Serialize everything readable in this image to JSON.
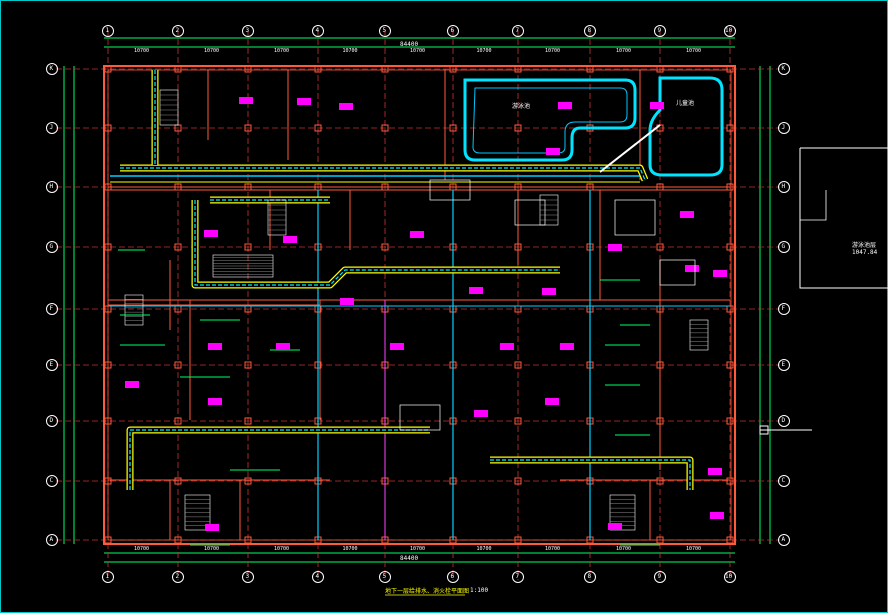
{
  "columns": [
    "1",
    "2",
    "3",
    "4",
    "5",
    "6",
    "7",
    "8",
    "9",
    "10"
  ],
  "rows": [
    "K",
    "J",
    "H",
    "G",
    "F",
    "E",
    "D",
    "C",
    "A"
  ],
  "dim_top": [
    "10700",
    "10700",
    "10700",
    "10700",
    "10700",
    "10700",
    "10700",
    "10700",
    "10700"
  ],
  "dim_total": "84400",
  "title": "地下一层给排水、消火栓平面图",
  "title_scale": "1:100",
  "pool_label_1": "游泳池",
  "pool_label_2": "儿童池",
  "side_building": "游泳池层",
  "side_building_sub": "1047.84",
  "colors": {
    "frame": "#00c8c8",
    "wall": "#ff5a3c",
    "duct": "#00e5ff",
    "pipe": "#ffff00",
    "grid": "#00ff66",
    "tag": "#ff00ff"
  }
}
